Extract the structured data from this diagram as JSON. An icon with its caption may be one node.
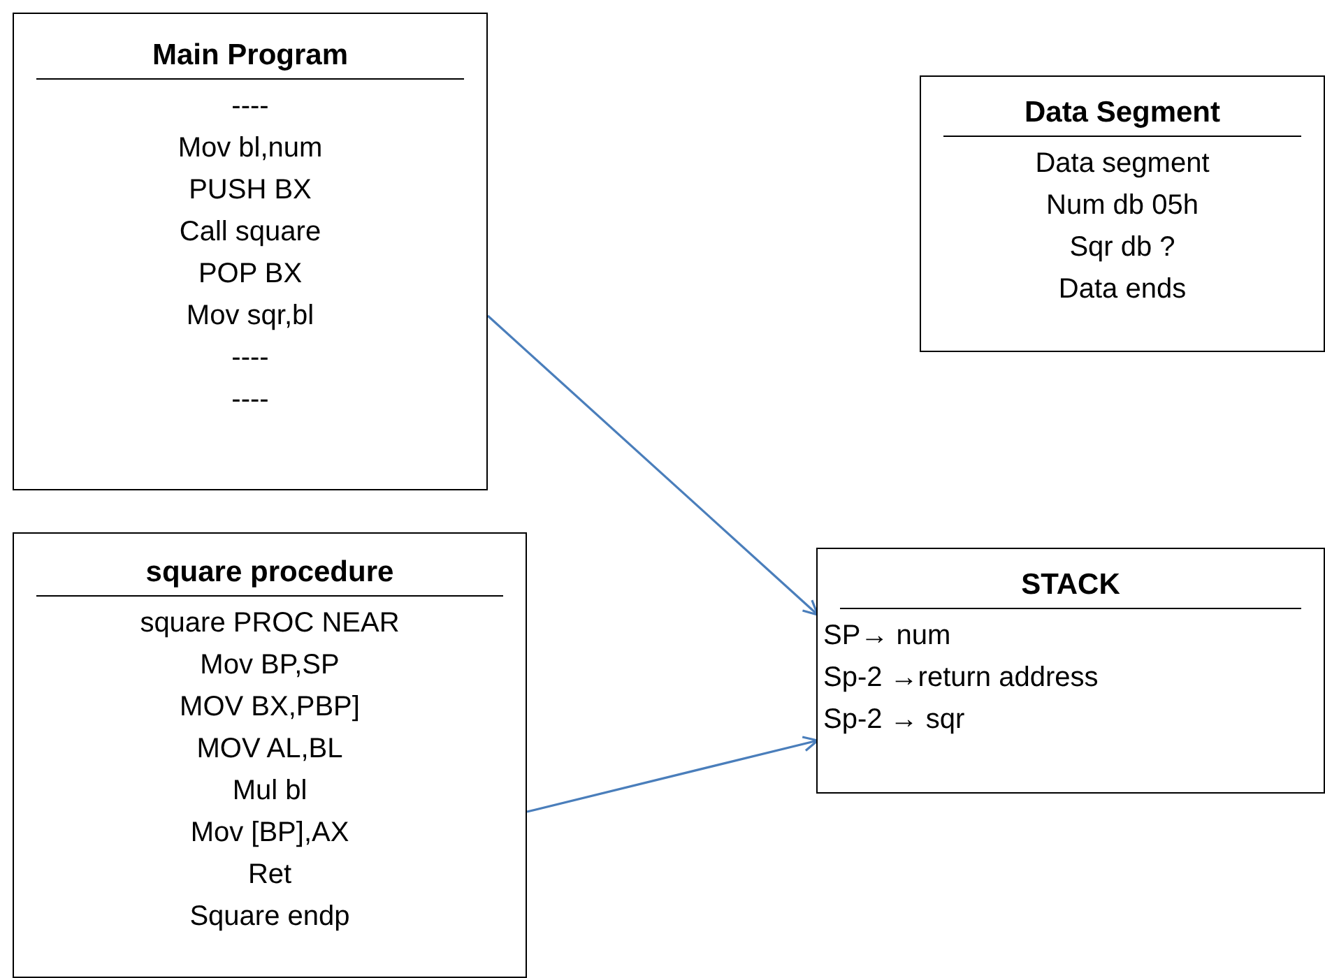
{
  "diagram": {
    "nodes": [
      {
        "text": [
          "Main Program",
          "----",
          "Mov bl,num",
          "PUSH BX",
          "Call square",
          "POP BX",
          "Mov sqr,bl",
          "----",
          "----"
        ]
      },
      {
        "text": [
          "Data Segment",
          "Data segment",
          "Num db 05h",
          "Sqr db ?",
          "Data ends"
        ]
      },
      {
        "text": [
          "square procedure",
          "square PROC NEAR",
          "Mov BP,SP",
          "MOV BX,PBP]",
          "MOV AL,BL",
          "Mul bl",
          "Mov [BP],AX",
          "Ret",
          "Square endp"
        ]
      },
      {
        "text": [
          "STACK",
          "SP→ num",
          "Sp-2 →return address",
          "Sp-2 → sqr"
        ]
      }
    ],
    "edges": [
      {
        "from": 0,
        "to": 3,
        "arrow": "to"
      },
      {
        "from": 2,
        "to": 3,
        "arrow": "to"
      }
    ]
  }
}
